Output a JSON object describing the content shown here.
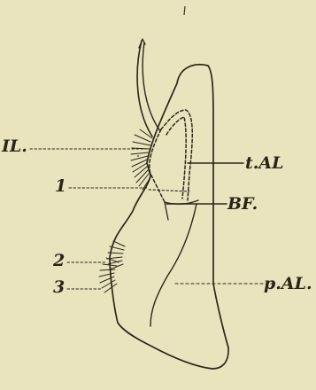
{
  "figure": {
    "labels": {
      "il": "IL.",
      "tal": "t.AL",
      "n1": "1",
      "bf": "BF.",
      "n2": "2",
      "n3": "3",
      "pal": "p.AL."
    }
  }
}
